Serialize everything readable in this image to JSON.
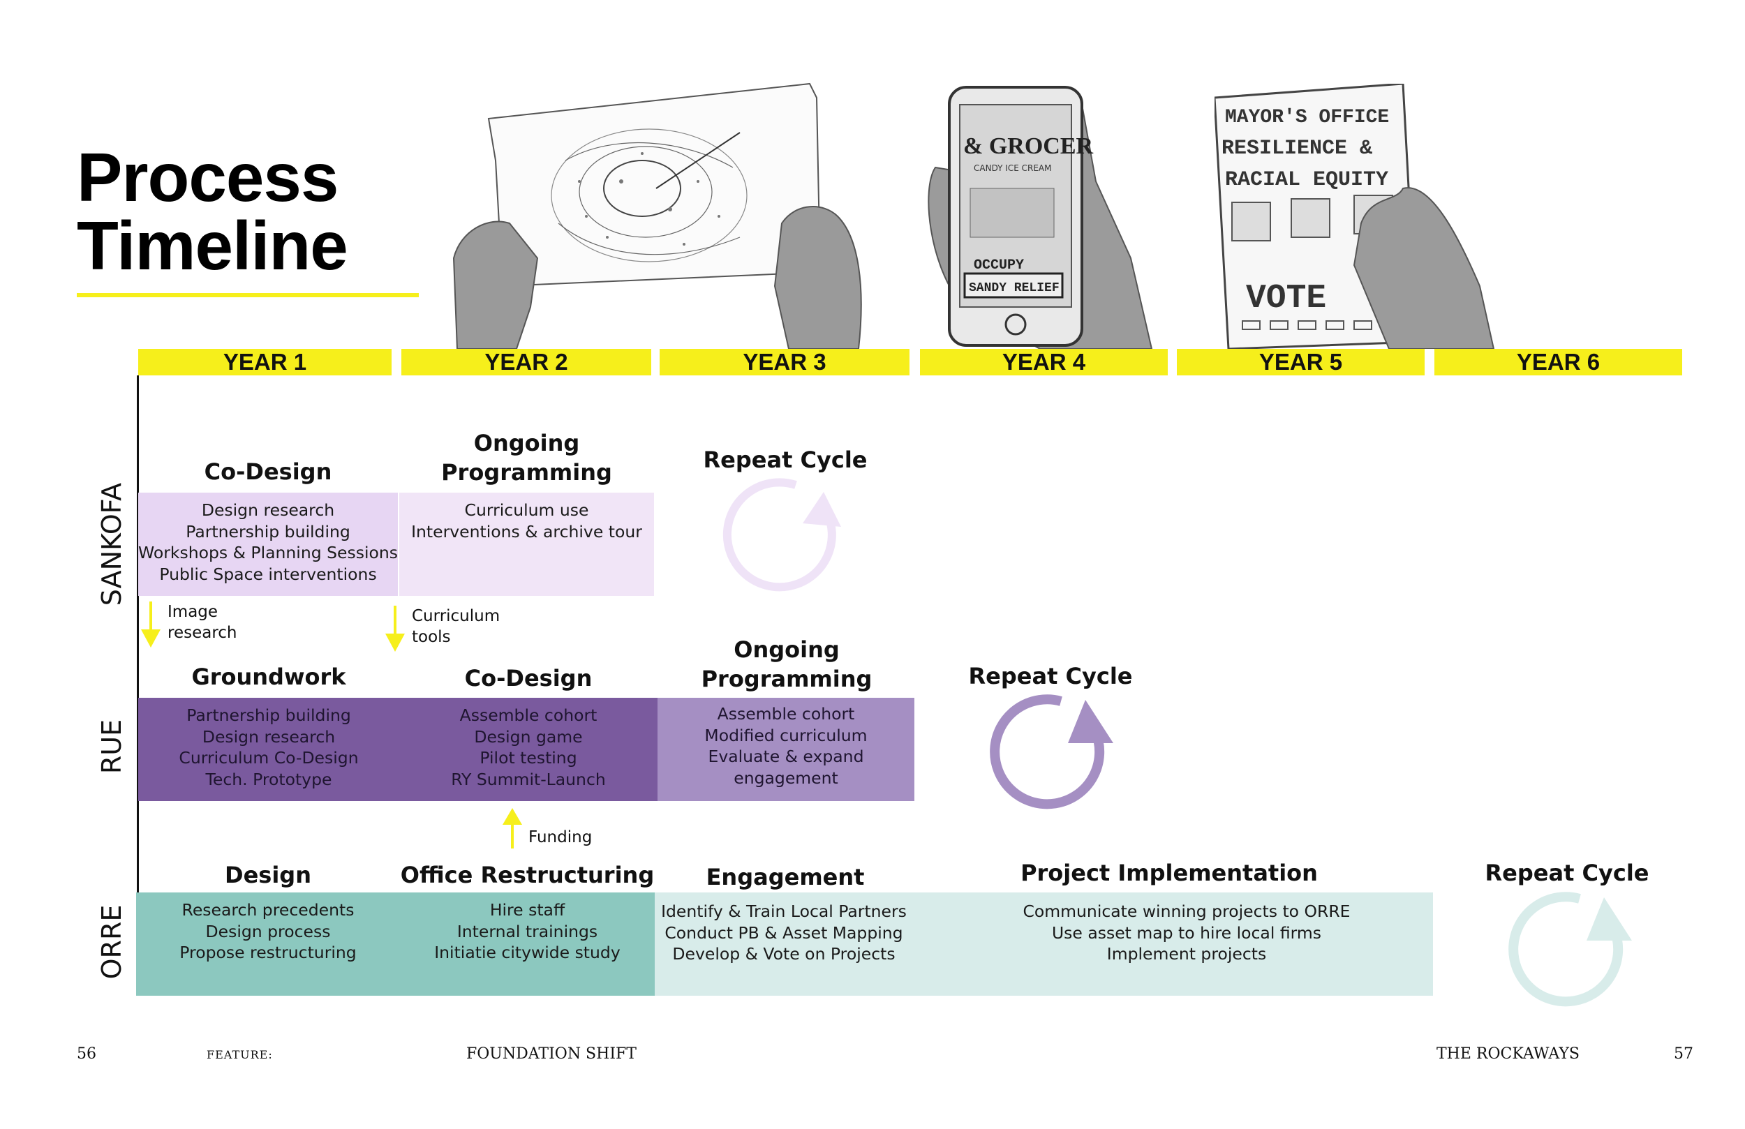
{
  "colors": {
    "yellow": "#f6ef1b",
    "sankofa_light": "#f1e5f7",
    "sankofa_mid": "#e7d6f3",
    "rue_dark": "#7a5a9e",
    "rue_mid": "#a58fc3",
    "rue_cycle": "#a58fc3",
    "orre_dark": "#8cc8bf",
    "orre_light": "#d8ecea",
    "orre_cycle": "#d8ecea",
    "sankofa_cycle": "#efe3f7"
  },
  "title": {
    "line1": "Process",
    "line2": "Timeline"
  },
  "years": [
    "YEAR 1",
    "YEAR 2",
    "YEAR 3",
    "YEAR 4",
    "YEAR 5",
    "YEAR 6"
  ],
  "rows": {
    "sankofa": "SANKOFA",
    "rue": "RUE",
    "orre": "ORRE"
  },
  "sankofa": {
    "codesign": {
      "title": "Co-Design",
      "lines": [
        "Design research",
        "Partnership building",
        "Workshops & Planning Sessions",
        "Public Space interventions"
      ]
    },
    "ongoing": {
      "title_line1": "Ongoing",
      "title_line2": "Programming",
      "lines": [
        "Curriculum use",
        "Interventions & archive tour"
      ]
    },
    "repeat": "Repeat Cycle"
  },
  "handoffs": {
    "image": {
      "line1": "Image",
      "line2": "research"
    },
    "curriculum": {
      "line1": "Curriculum",
      "line2": "tools"
    },
    "funding": "Funding"
  },
  "rue": {
    "groundwork": {
      "title": "Groundwork",
      "lines": [
        "Partnership building",
        "Design research",
        "Curriculum Co-Design",
        "Tech. Prototype"
      ]
    },
    "codesign": {
      "title": "Co-Design",
      "lines": [
        "Assemble cohort",
        "Design game",
        "Pilot testing",
        "RY Summit-Launch"
      ]
    },
    "ongoing": {
      "title_line1": "Ongoing",
      "title_line2": "Programming",
      "lines": [
        "Assemble cohort",
        "Modified curriculum",
        "Evaluate & expand",
        "engagement"
      ]
    },
    "repeat": "Repeat Cycle"
  },
  "orre": {
    "design": {
      "title": "Design",
      "lines": [
        "Research precedents",
        "Design process",
        "Propose restructuring"
      ]
    },
    "office": {
      "title": "Office Restructuring",
      "lines": [
        "Hire staff",
        "Internal trainings",
        "Initiatie citywide study"
      ]
    },
    "engagement": {
      "title": "Engagement",
      "lines": [
        "Identify & Train Local Partners",
        "Conduct PB & Asset Mapping",
        "Develop & Vote on Projects"
      ]
    },
    "implementation": {
      "title": "Project Implementation",
      "lines": [
        "Communicate winning projects to ORRE",
        "Use asset map to hire local firms",
        "Implement projects"
      ]
    },
    "repeat": "Repeat Cycle"
  },
  "illustrations": {
    "phone_sign_line1": "& GROCER",
    "phone_sign_line2": "CANDY ICE CREAM",
    "phone_occupy": "OCCUPY",
    "phone_relief": "SANDY RELIEF",
    "flyer_line1": "MAYOR'S OFFICE",
    "flyer_line2": "RESILIENCE &",
    "flyer_line3": "RACIAL EQUITY",
    "flyer_vote": "VOTE"
  },
  "footer": {
    "page_left": "56",
    "feature": "FEATURE:",
    "story": "FOUNDATION SHIFT",
    "section": "THE ROCKAWAYS",
    "page_right": "57"
  }
}
